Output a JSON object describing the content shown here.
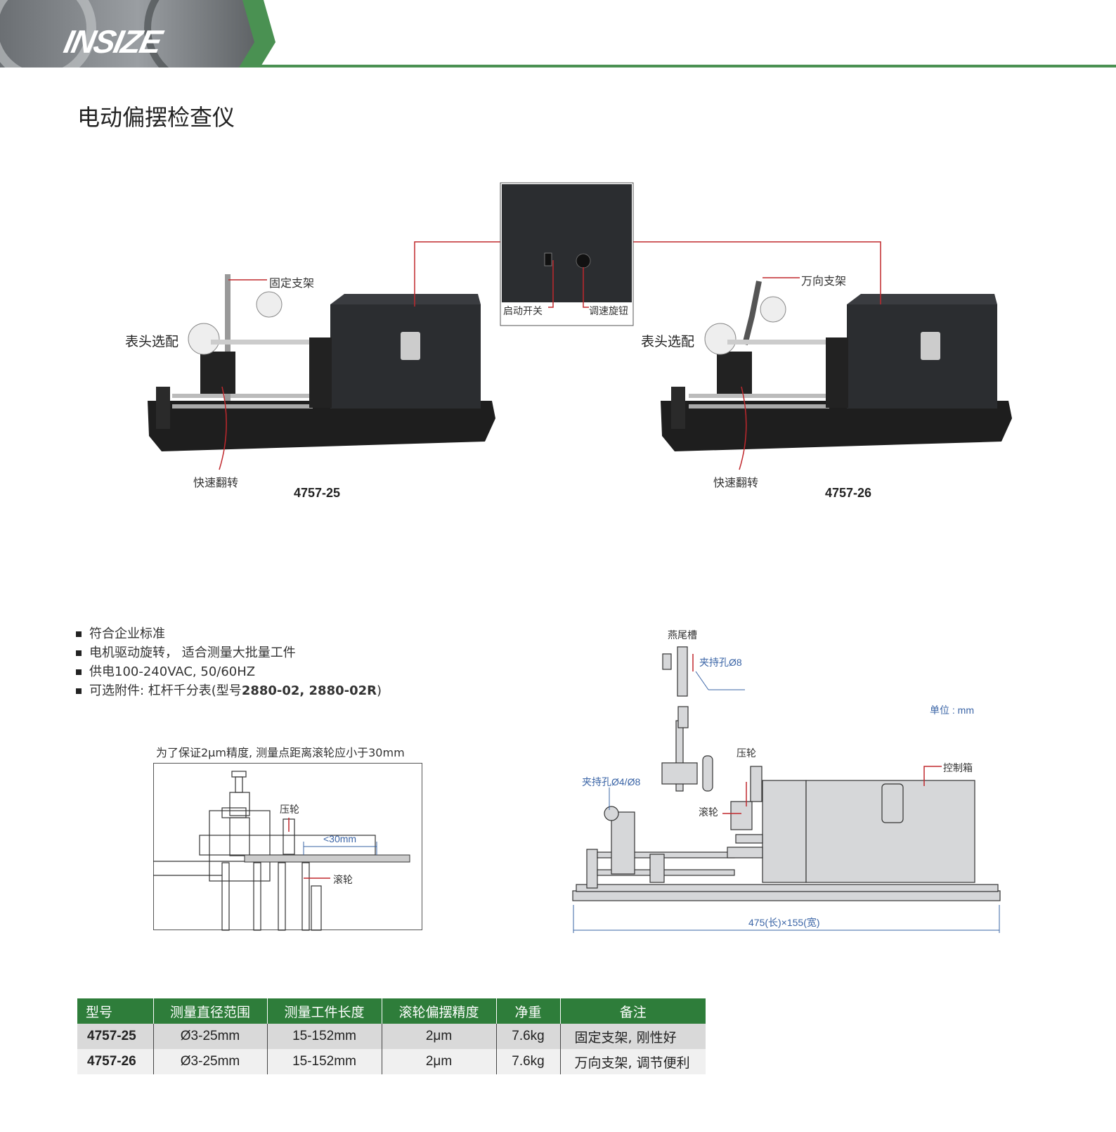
{
  "header": {
    "brand": "INSIZE",
    "accent": "#4a9152"
  },
  "title": "电动偏摆检查仪",
  "products": [
    {
      "model": "4757-25",
      "labels": {
        "stand": "固定支架",
        "indicator": "表头选配",
        "flip": "快速翻转"
      }
    },
    {
      "model": "4757-26",
      "labels": {
        "stand": "万向支架",
        "indicator": "表头选配",
        "flip": "快速翻转"
      }
    }
  ],
  "inset": {
    "switch": "启动开关",
    "knob": "调速旋钮"
  },
  "features": [
    "符合企业标准",
    "电机驱动旋转， 适合测量大批量工件",
    "供电100-240VAC, 50/60HZ"
  ],
  "feature_accessory": {
    "prefix": "可选附件: 杠杆千分表(型号",
    "models": "2880-02, 2880-02R",
    "suffix": ")"
  },
  "schematic": {
    "caption": "为了保证2μm精度, 测量点距离滚轮应小于30mm",
    "press_wheel": "压轮",
    "distance": "<30mm",
    "roller": "滚轮"
  },
  "drawing": {
    "unit": "单位 : mm",
    "dovetail": "燕尾槽",
    "clamp_hole_top": "夹持孔Ø8",
    "clamp_hole_side": "夹持孔Ø4/Ø8",
    "press_wheel": "压轮",
    "roller": "滚轮",
    "control_box": "控制箱",
    "dimensions": "475(长)×155(宽)"
  },
  "table": {
    "headers": [
      "型号",
      "测量直径范围",
      "测量工件长度",
      "滚轮偏摆精度",
      "净重",
      "备注"
    ],
    "rows": [
      [
        "4757-25",
        "Ø3-25mm",
        "15-152mm",
        "2μm",
        "7.6kg",
        "固定支架, 刚性好"
      ],
      [
        "4757-26",
        "Ø3-25mm",
        "15-152mm",
        "2μm",
        "7.6kg",
        "万向支架, 调节便利"
      ]
    ]
  }
}
